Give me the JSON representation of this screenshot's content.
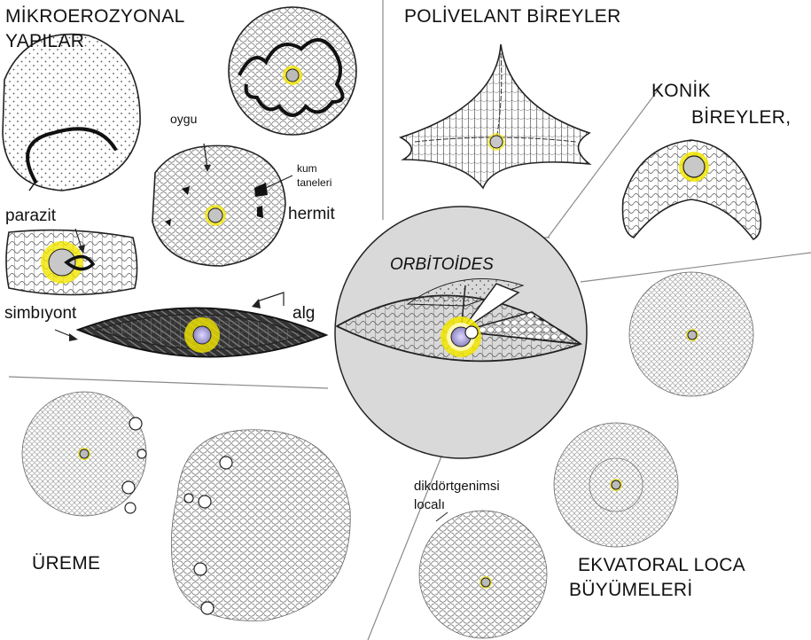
{
  "labels": {
    "mikroerozyonal": "MİKROEROZYONAL",
    "yapilar": "YAPILAR",
    "polivelant": "POLİVELANT BİREYLER",
    "konik": "KONİK",
    "bireyler": "BİREYLER,",
    "orbitoides": "ORBİTOİDES",
    "oygu": "oygu",
    "kum": "kum",
    "taneleri": "taneleri",
    "hermit": "hermit",
    "parazit": "parazit",
    "simbiyont": "simbıyont",
    "alg": "alg",
    "ureme": "ÜREME",
    "dikdortgenimsi": "dikdörtgenimsi",
    "locali": "localı",
    "ekvatoral": "EKVATORAL LOCA",
    "buyumeleri": "BÜYÜMELERİ"
  },
  "colors": {
    "center_disk": "#d9d9d9",
    "halo": "#f2e600",
    "proloculus": "#9f98c8",
    "line": "#222222",
    "chamber_fill": "#ffffff",
    "stipple": "#555555"
  }
}
